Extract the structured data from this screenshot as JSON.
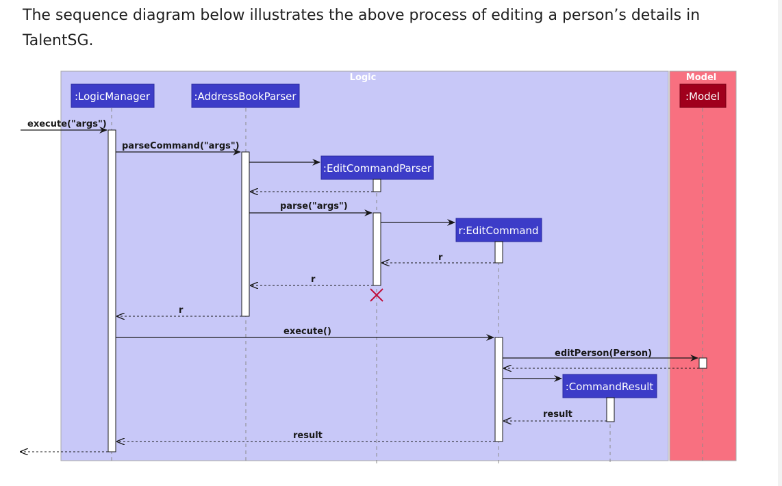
{
  "intro_text": "The sequence diagram below illustrates the above process of editing a person’s details in TalentSG.",
  "diagram": {
    "boxes": {
      "logic": "Logic",
      "model": "Model"
    },
    "participants": {
      "logic_manager": ":LogicManager",
      "address_book_parser": ":AddressBookParser",
      "edit_command_parser": ":EditCommandParser",
      "edit_command": "r:EditCommand",
      "command_result": ":CommandResult",
      "model": ":Model"
    },
    "messages": {
      "execute_args": "execute(\"args\")",
      "parse_command": "parseCommand(\"args\")",
      "parse_args": "parse(\"args\")",
      "return_r_1": "r",
      "return_r_2": "r",
      "return_r_3": "r",
      "execute": "execute()",
      "edit_person": "editPerson(Person)",
      "return_result_1": "result",
      "return_result_2": "result"
    },
    "colors": {
      "logic_box": "#c8c8f8",
      "model_box": "#f87080",
      "participant": "#3c3cc8",
      "model_participant": "#a0001c",
      "destroy": "#c0103c"
    }
  }
}
